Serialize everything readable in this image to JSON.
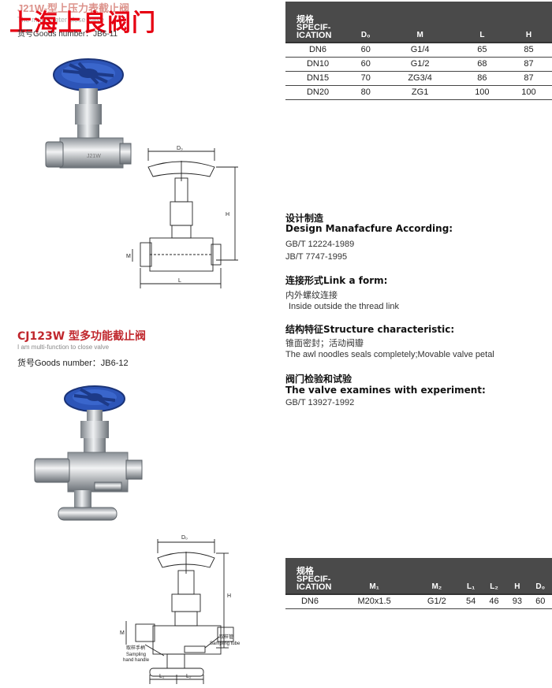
{
  "brand": {
    "logo_text": "上海上良阀门"
  },
  "product1": {
    "title": "J21W-型上压力表截止阀",
    "subtitle": "The multi-meter close valve",
    "goods_number": "货号Goods number：JB6-11"
  },
  "table1": {
    "label_cn": "规格",
    "label_en1": "SPECIF-",
    "label_en2": "ICATION",
    "columns": [
      "D₀",
      "M",
      "L",
      "H"
    ],
    "rows": [
      [
        "DN6",
        "60",
        "G1/4",
        "65",
        "85"
      ],
      [
        "DN10",
        "60",
        "G1/2",
        "68",
        "87"
      ],
      [
        "DN15",
        "70",
        "ZG3/4",
        "86",
        "87"
      ],
      [
        "DN20",
        "80",
        "ZG1",
        "100",
        "100"
      ]
    ]
  },
  "design": {
    "heading_cn": "设计制造",
    "heading_en": "Design Manafacfure According:",
    "lines": [
      "GB/T 12224-1989",
      "JB/T 7747-1995"
    ]
  },
  "connection": {
    "heading": "连接形式Link a form:",
    "line_cn": "内外螺纹连接",
    "line_en": "Inside outside the thread link"
  },
  "structure": {
    "heading": "结构特征Structure characteristic:",
    "line_cn": "锥面密封；活动阀瓣",
    "line_en": "The awl noodles seals completely;Movable valve petal"
  },
  "examine": {
    "heading_cn": "阀门检验和试验",
    "heading_en": "The valve examines with experiment:",
    "line": "GB/T 13927-1992"
  },
  "product2": {
    "title": "CJ123W 型多功能截止阀",
    "subtitle": "I am multi-function to close valve",
    "goods_number": "货号Goods number：JB6-12"
  },
  "table2": {
    "label_cn": "规格",
    "label_en1": "SPECIF-",
    "label_en2": "ICATION",
    "columns": [
      "M₁",
      "M₂",
      "L₁",
      "L₂",
      "H",
      "D₀"
    ],
    "rows": [
      [
        "DN6",
        "M20x1.5",
        "G1/2",
        "54",
        "46",
        "93",
        "60"
      ]
    ]
  },
  "drawing1": {
    "dim_d": "D₀",
    "dim_h": "H",
    "dim_m": "M",
    "dim_l": "L"
  },
  "drawing2": {
    "dim_d": "D₀",
    "dim_h": "H",
    "dim_m": "M",
    "dim_l1": "L₁",
    "dim_l2": "L₂",
    "handle_cn": "取样手柄",
    "handle_en1": "Sampling",
    "handle_en2": "hand handle",
    "tube_cn": "取样管",
    "tube_en": "Sampling tube"
  },
  "colors": {
    "accent": "#c0272d",
    "handwheel": "#2348a8",
    "header": "#4a4a4a"
  }
}
